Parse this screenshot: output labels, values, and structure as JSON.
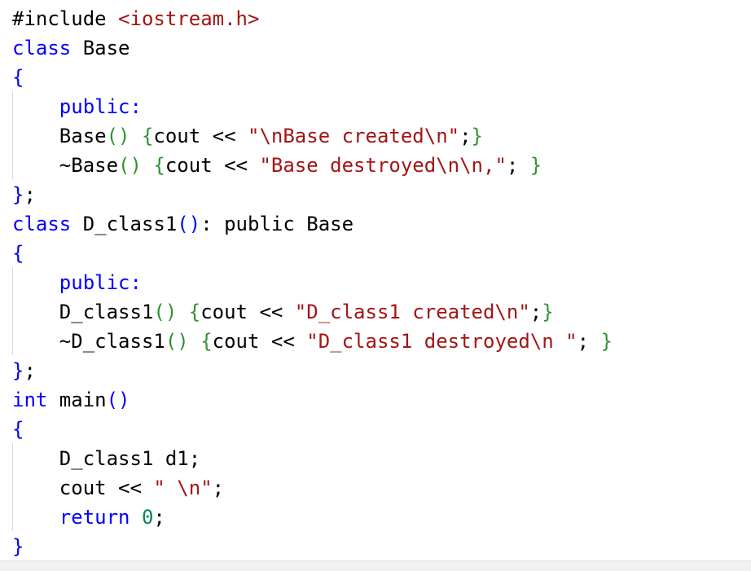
{
  "colors": {
    "keyword": "#0000ff",
    "string": "#a31515",
    "bracket": "#319331",
    "include_path": "#a31515",
    "number": "#098658",
    "plain": "#000000",
    "indent_guide": "#d8d8d8"
  },
  "code_lines": [
    [
      {
        "t": "#include ",
        "c": "plain"
      },
      {
        "t": "<iostream.h>",
        "c": "include_path"
      }
    ],
    [
      {
        "t": "class",
        "c": "keyword"
      },
      {
        "t": " Base",
        "c": "plain"
      }
    ],
    [
      {
        "t": "{",
        "c": "keyword"
      }
    ],
    [
      {
        "t": "    ",
        "c": "plain"
      },
      {
        "t": "public:",
        "c": "keyword"
      }
    ],
    [
      {
        "t": "    Base",
        "c": "plain"
      },
      {
        "t": "()",
        "c": "bracket"
      },
      {
        "t": " ",
        "c": "plain"
      },
      {
        "t": "{",
        "c": "bracket"
      },
      {
        "t": "cout << ",
        "c": "plain"
      },
      {
        "t": "\"\\nBase created\\n\"",
        "c": "string"
      },
      {
        "t": ";",
        "c": "plain"
      },
      {
        "t": "}",
        "c": "bracket"
      }
    ],
    [
      {
        "t": "    ~Base",
        "c": "plain"
      },
      {
        "t": "()",
        "c": "bracket"
      },
      {
        "t": " ",
        "c": "plain"
      },
      {
        "t": "{",
        "c": "bracket"
      },
      {
        "t": "cout << ",
        "c": "plain"
      },
      {
        "t": "\"Base destroyed\\n\\n,\"",
        "c": "string"
      },
      {
        "t": "; ",
        "c": "plain"
      },
      {
        "t": "}",
        "c": "bracket"
      }
    ],
    [
      {
        "t": "}",
        "c": "keyword"
      },
      {
        "t": ";",
        "c": "plain"
      }
    ],
    [
      {
        "t": "class",
        "c": "keyword"
      },
      {
        "t": " D_class1",
        "c": "plain"
      },
      {
        "t": "()",
        "c": "keyword"
      },
      {
        "t": ": public Base",
        "c": "plain"
      }
    ],
    [
      {
        "t": "{",
        "c": "keyword"
      }
    ],
    [
      {
        "t": "    ",
        "c": "plain"
      },
      {
        "t": "public:",
        "c": "keyword"
      }
    ],
    [
      {
        "t": "    D_class1",
        "c": "plain"
      },
      {
        "t": "()",
        "c": "bracket"
      },
      {
        "t": " ",
        "c": "plain"
      },
      {
        "t": "{",
        "c": "bracket"
      },
      {
        "t": "cout << ",
        "c": "plain"
      },
      {
        "t": "\"D_class1 created\\n\"",
        "c": "string"
      },
      {
        "t": ";",
        "c": "plain"
      },
      {
        "t": "}",
        "c": "bracket"
      }
    ],
    [
      {
        "t": "    ~D_class1",
        "c": "plain"
      },
      {
        "t": "()",
        "c": "bracket"
      },
      {
        "t": " ",
        "c": "plain"
      },
      {
        "t": "{",
        "c": "bracket"
      },
      {
        "t": "cout << ",
        "c": "plain"
      },
      {
        "t": "\"D_class1 destroyed\\n \"",
        "c": "string"
      },
      {
        "t": "; ",
        "c": "plain"
      },
      {
        "t": "}",
        "c": "bracket"
      }
    ],
    [
      {
        "t": "}",
        "c": "keyword"
      },
      {
        "t": ";",
        "c": "plain"
      }
    ],
    [
      {
        "t": "int",
        "c": "keyword"
      },
      {
        "t": " main",
        "c": "plain"
      },
      {
        "t": "()",
        "c": "keyword"
      }
    ],
    [
      {
        "t": "{",
        "c": "keyword"
      }
    ],
    [
      {
        "t": "    D_class1 d1;",
        "c": "plain"
      }
    ],
    [
      {
        "t": "    cout << ",
        "c": "plain"
      },
      {
        "t": "\" \\n\"",
        "c": "string"
      },
      {
        "t": ";",
        "c": "plain"
      }
    ],
    [
      {
        "t": "    ",
        "c": "plain"
      },
      {
        "t": "return",
        "c": "keyword"
      },
      {
        "t": " ",
        "c": "plain"
      },
      {
        "t": "0",
        "c": "number"
      },
      {
        "t": ";",
        "c": "plain"
      }
    ],
    [
      {
        "t": "}",
        "c": "keyword"
      }
    ]
  ]
}
